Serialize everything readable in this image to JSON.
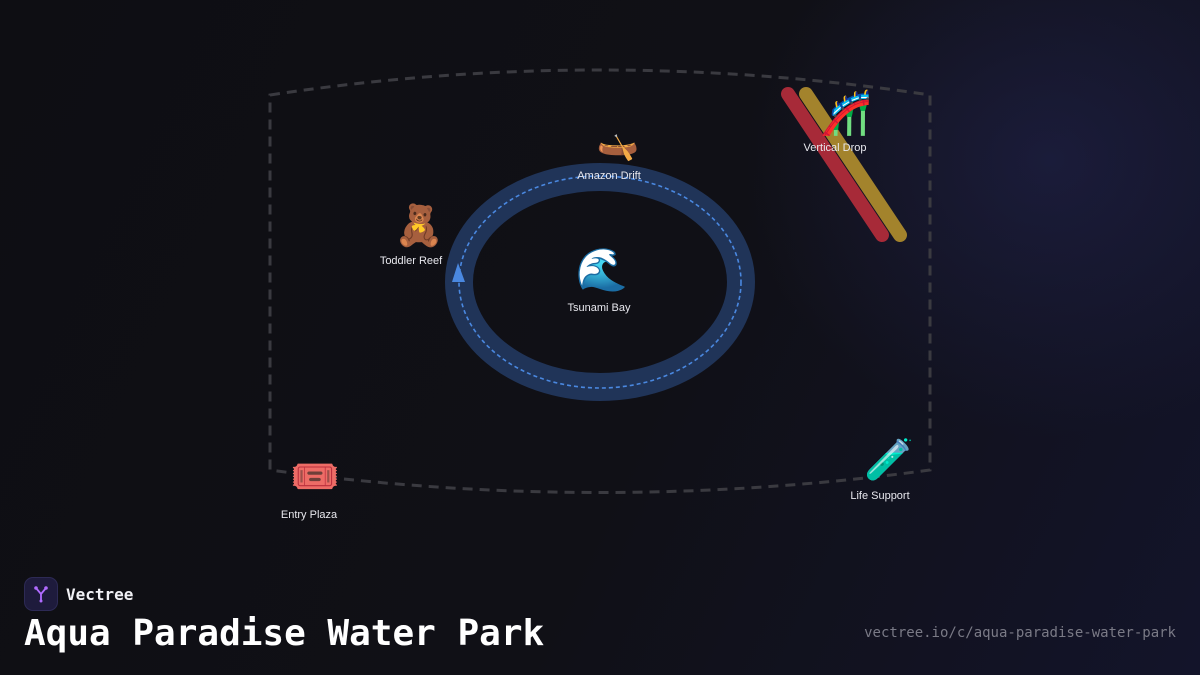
{
  "brand": {
    "name": "Vectree",
    "logo_icon": "tree-branch-logo-icon",
    "accent": "#b06bff"
  },
  "map": {
    "title": "Aqua Paradise Water Park",
    "url": "vectree.io/c/aqua-paradise-water-park",
    "boundary_style": "dashed",
    "colors": {
      "boundary": "#3a3a40",
      "lazy_river": "#203458",
      "lazy_river_path": "#4a88e0",
      "slide_red": "#a72a38",
      "slide_gold": "#a3832c",
      "label": "#e8e8ee"
    },
    "attractions": [
      {
        "id": "amazon-drift",
        "label": "Amazon Drift",
        "icon": "canoe-icon",
        "glyph": "🛶"
      },
      {
        "id": "vertical-drop",
        "label": "Vertical Drop",
        "icon": "roller-coaster-icon",
        "glyph": "🎢"
      },
      {
        "id": "toddler-reef",
        "label": "Toddler Reef",
        "icon": "teddy-bear-icon",
        "glyph": "🧸"
      },
      {
        "id": "tsunami-bay",
        "label": "Tsunami Bay",
        "icon": "wave-icon",
        "glyph": "🌊"
      },
      {
        "id": "entry-plaza",
        "label": "Entry Plaza",
        "icon": "ticket-icon",
        "glyph": "🎟️"
      },
      {
        "id": "life-support",
        "label": "Life Support",
        "icon": "test-tube-icon",
        "glyph": "🧪"
      }
    ]
  }
}
